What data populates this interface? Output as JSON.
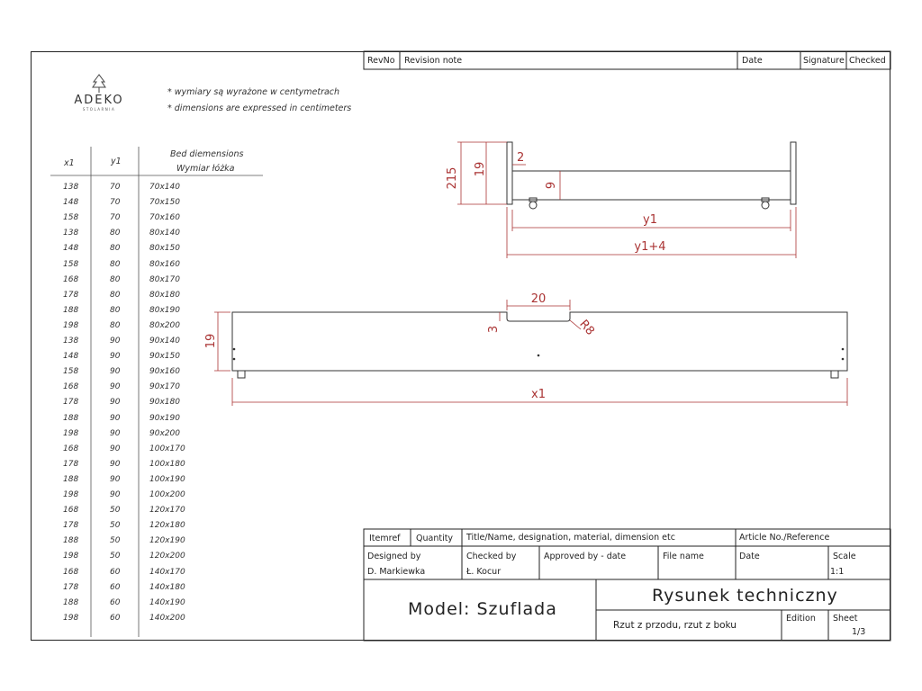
{
  "logo": {
    "name": "ADEKO",
    "sub": "STOLARNIA",
    "icon": "tree-icon"
  },
  "notes": [
    "* wymiary są wyrażone w centymetrach",
    "* dimensions are expressed in centimeters"
  ],
  "dims_table": {
    "col_x": "x1",
    "col_y": "y1",
    "col_bed_line1": "Bed diemensions",
    "col_bed_line2": "Wymiar łóżka",
    "rows": [
      [
        "138",
        "70",
        "70x140"
      ],
      [
        "148",
        "70",
        "70x150"
      ],
      [
        "158",
        "70",
        "70x160"
      ],
      [
        "138",
        "80",
        "80x140"
      ],
      [
        "148",
        "80",
        "80x150"
      ],
      [
        "158",
        "80",
        "80x160"
      ],
      [
        "168",
        "80",
        "80x170"
      ],
      [
        "178",
        "80",
        "80x180"
      ],
      [
        "188",
        "80",
        "80x190"
      ],
      [
        "198",
        "80",
        "80x200"
      ],
      [
        "138",
        "90",
        "90x140"
      ],
      [
        "148",
        "90",
        "90x150"
      ],
      [
        "158",
        "90",
        "90x160"
      ],
      [
        "168",
        "90",
        "90x170"
      ],
      [
        "178",
        "90",
        "90x180"
      ],
      [
        "188",
        "90",
        "90x190"
      ],
      [
        "198",
        "90",
        "90x200"
      ],
      [
        "168",
        "90",
        "100x170"
      ],
      [
        "178",
        "90",
        "100x180"
      ],
      [
        "188",
        "90",
        "100x190"
      ],
      [
        "198",
        "90",
        "100x200"
      ],
      [
        "168",
        "50",
        "120x170"
      ],
      [
        "178",
        "50",
        "120x180"
      ],
      [
        "188",
        "50",
        "120x190"
      ],
      [
        "198",
        "50",
        "120x200"
      ],
      [
        "168",
        "60",
        "140x170"
      ],
      [
        "178",
        "60",
        "140x180"
      ],
      [
        "188",
        "60",
        "140x190"
      ],
      [
        "198",
        "60",
        "140x200"
      ]
    ]
  },
  "revision_header": {
    "revno": "RevNo",
    "note": "Revision note",
    "date": "Date",
    "signature": "Signature",
    "checked": "Checked"
  },
  "dimensions": {
    "side_height": "215",
    "side_inner": "19",
    "side_gap": "2",
    "side_board": "9",
    "side_len": "y1",
    "side_total": "y1+4",
    "front_cut_w": "20",
    "front_cut_h": "3",
    "front_radius": "R8",
    "front_height": "19",
    "front_len": "x1"
  },
  "title_block": {
    "itemref": "Itemref",
    "quantity": "Quantity",
    "title_desc": "Title/Name, designation, material, dimension etc",
    "article": "Article No./Reference",
    "designed_by_label": "Designed by",
    "designed_by": "D. Markiewka",
    "checked_by_label": "Checked by",
    "checked_by": "Ł. Kocur",
    "approved_label": "Approved by - date",
    "file_name_label": "File name",
    "date_label": "Date",
    "scale_label": "Scale",
    "scale": "1:1",
    "model": "Model: Szuflada",
    "drawing_title": "Rysunek techniczny",
    "drawing_sub": "Rzut z przodu, rzut z boku",
    "edition_label": "Edition",
    "sheet_label": "Sheet",
    "sheet": "1/3"
  }
}
